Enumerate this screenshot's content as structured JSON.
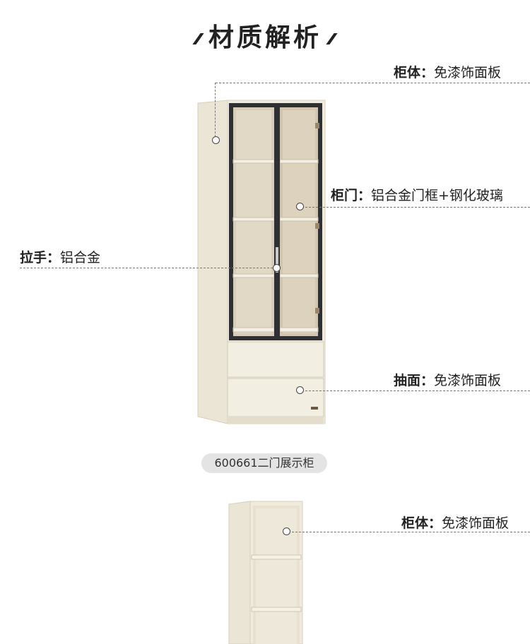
{
  "header": {
    "title": "材质解析"
  },
  "product1": {
    "callouts": {
      "body": {
        "name": "柜体：",
        "value": "免漆饰面板"
      },
      "door": {
        "name": "柜门：",
        "value": "铝合金门框+钢化玻璃"
      },
      "handle": {
        "name": "拉手：",
        "value": "铝合金"
      },
      "drawer": {
        "name": "抽面：",
        "value": "免漆饰面板"
      }
    },
    "caption": "600661二门展示柜"
  },
  "product2": {
    "callouts": {
      "body": {
        "name": "柜体：",
        "value": "免漆饰面板"
      }
    }
  },
  "colors": {
    "panel": "#efeadc",
    "frame": "#2e3033",
    "glass": "#cfc1ab"
  }
}
